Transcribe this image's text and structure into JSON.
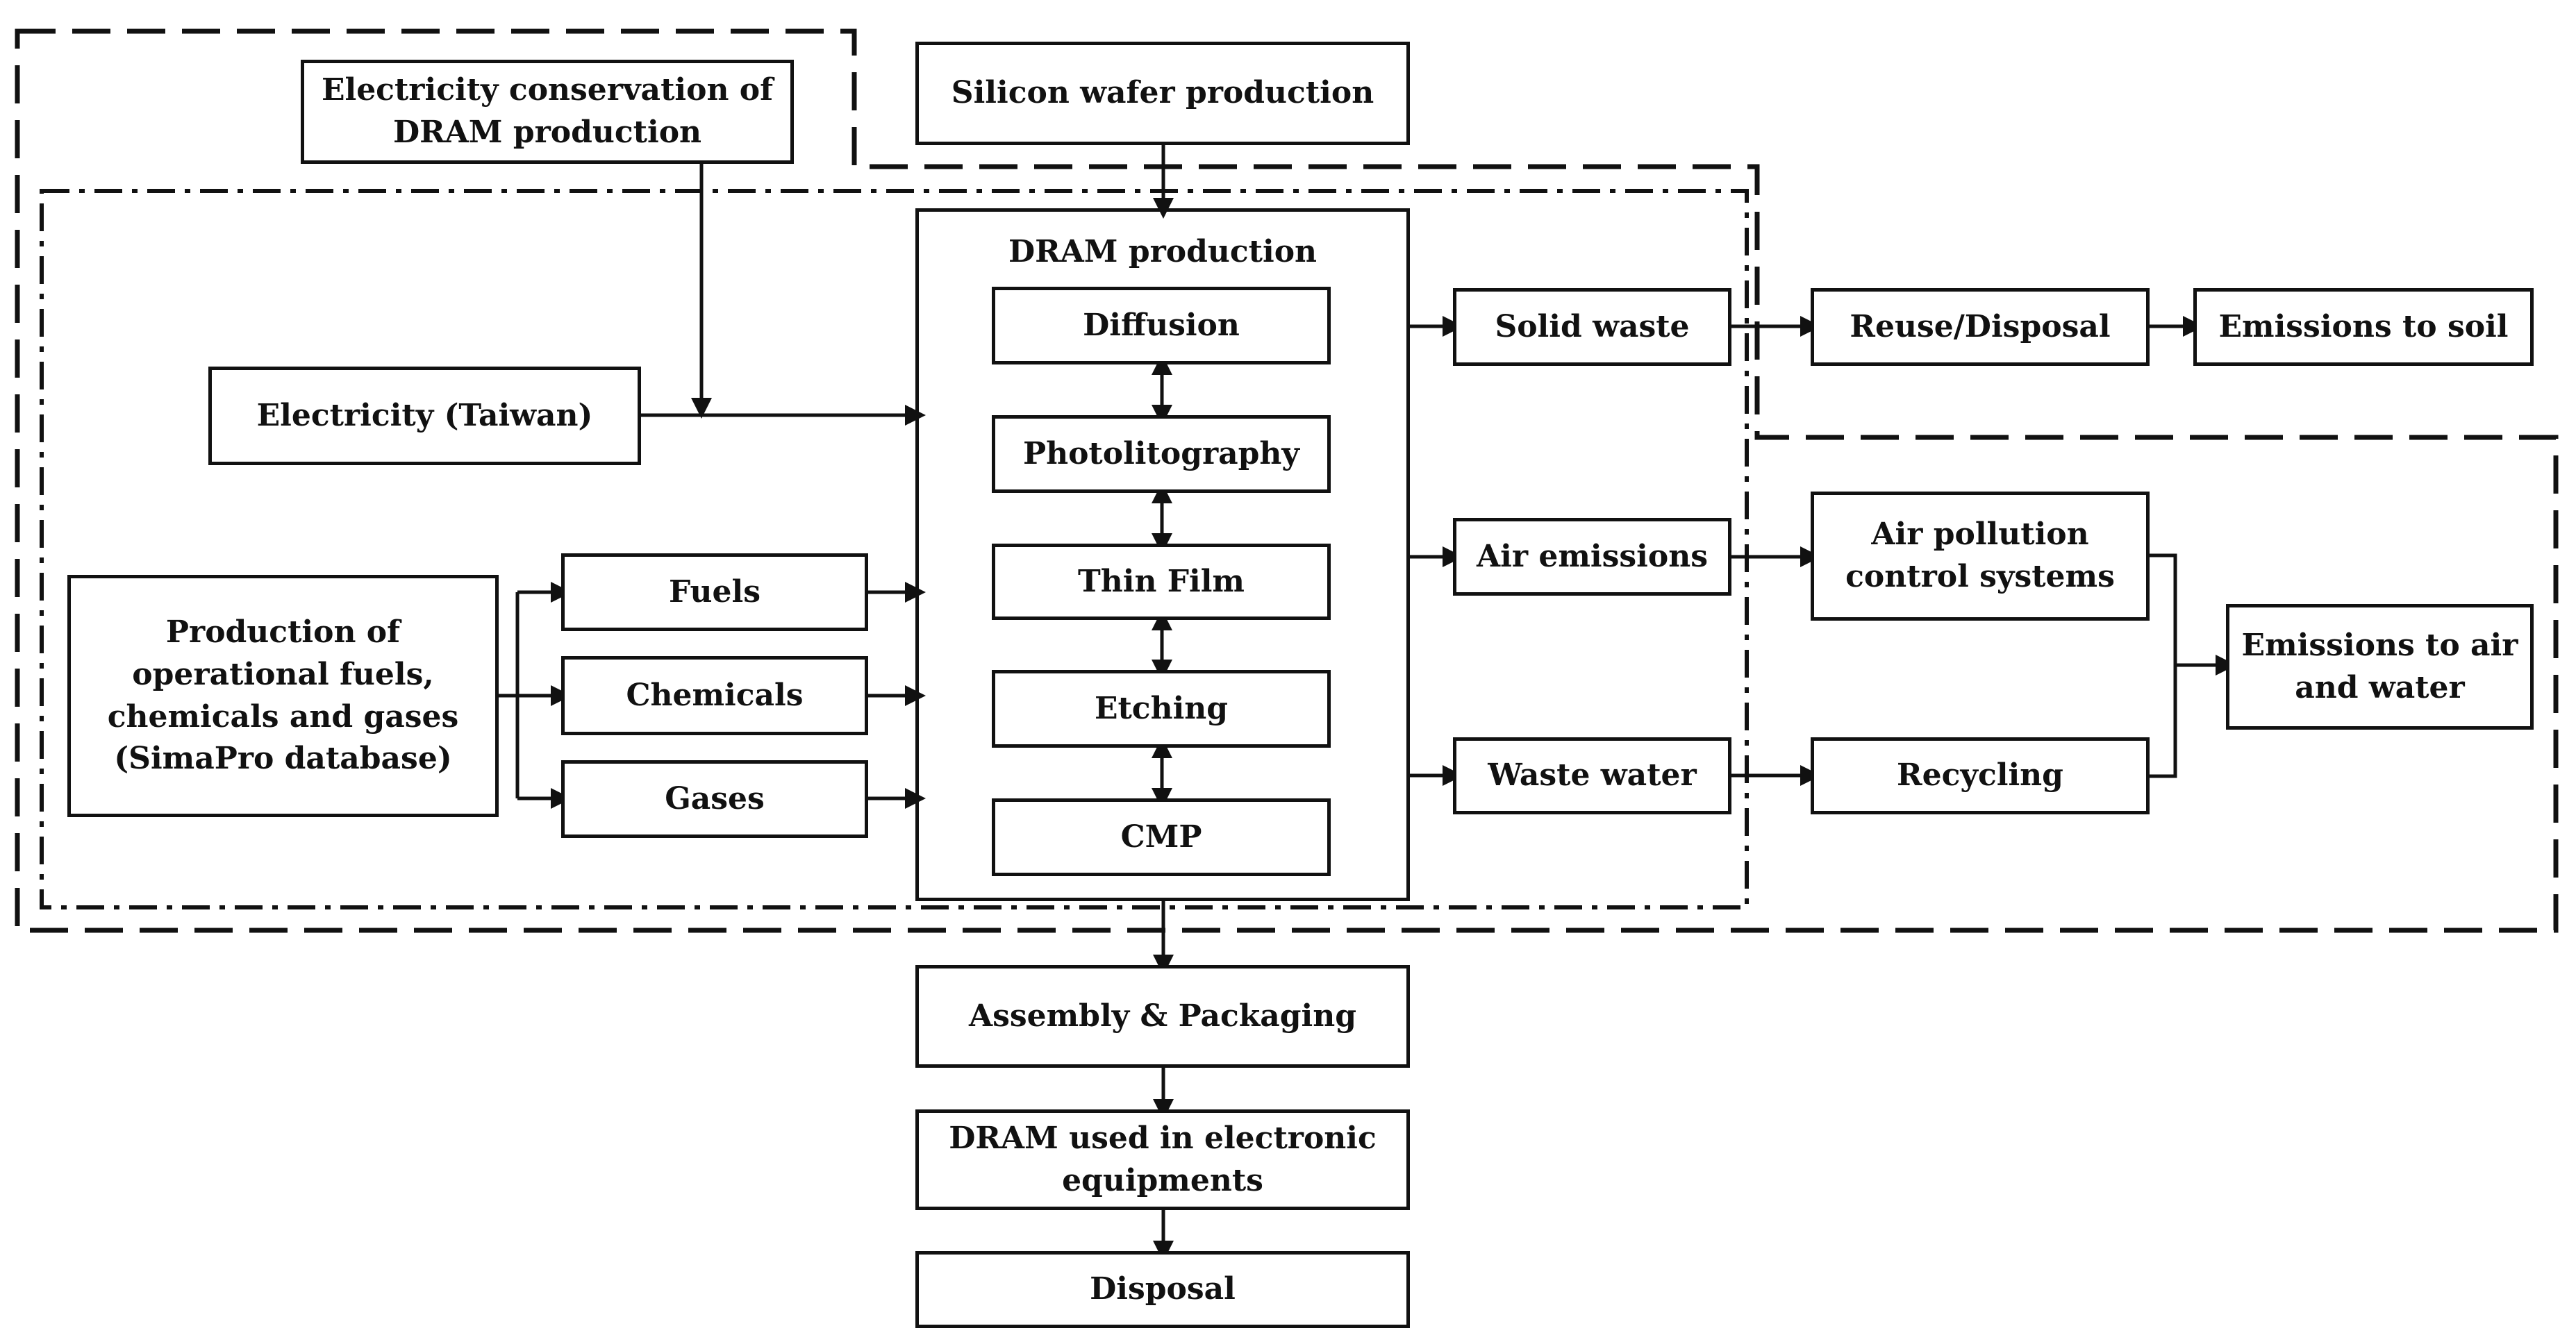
{
  "diagram": {
    "nodes": {
      "electricity_conservation": "Electricity conservation of\nDRAM production",
      "silicon_wafer": "Silicon wafer production",
      "dram_production": "DRAM production",
      "diffusion": "Diffusion",
      "photolitography": "Photolitography",
      "thin_film": "Thin Film",
      "etching": "Etching",
      "cmp": "CMP",
      "electricity_taiwan": "Electricity (Taiwan)",
      "production_fuels": "Production of\noperational fuels,\nchemicals and gases\n(SimaPro database)",
      "fuels": "Fuels",
      "chemicals": "Chemicals",
      "gases": "Gases",
      "solid_waste": "Solid waste",
      "air_emissions": "Air emissions",
      "waste_water": "Waste water",
      "reuse_disposal": "Reuse/Disposal",
      "emissions_soil": "Emissions to soil",
      "air_pollution": "Air pollution\ncontrol systems",
      "recycling": "Recycling",
      "emissions_air_water": "Emissions to air\nand water",
      "assembly": "Assembly & Packaging",
      "dram_used": "DRAM used in electronic\nequipments",
      "disposal": "Disposal"
    },
    "boundaries": [
      "dashed",
      "dash-dot"
    ],
    "edge_style": "solid-arrow"
  }
}
